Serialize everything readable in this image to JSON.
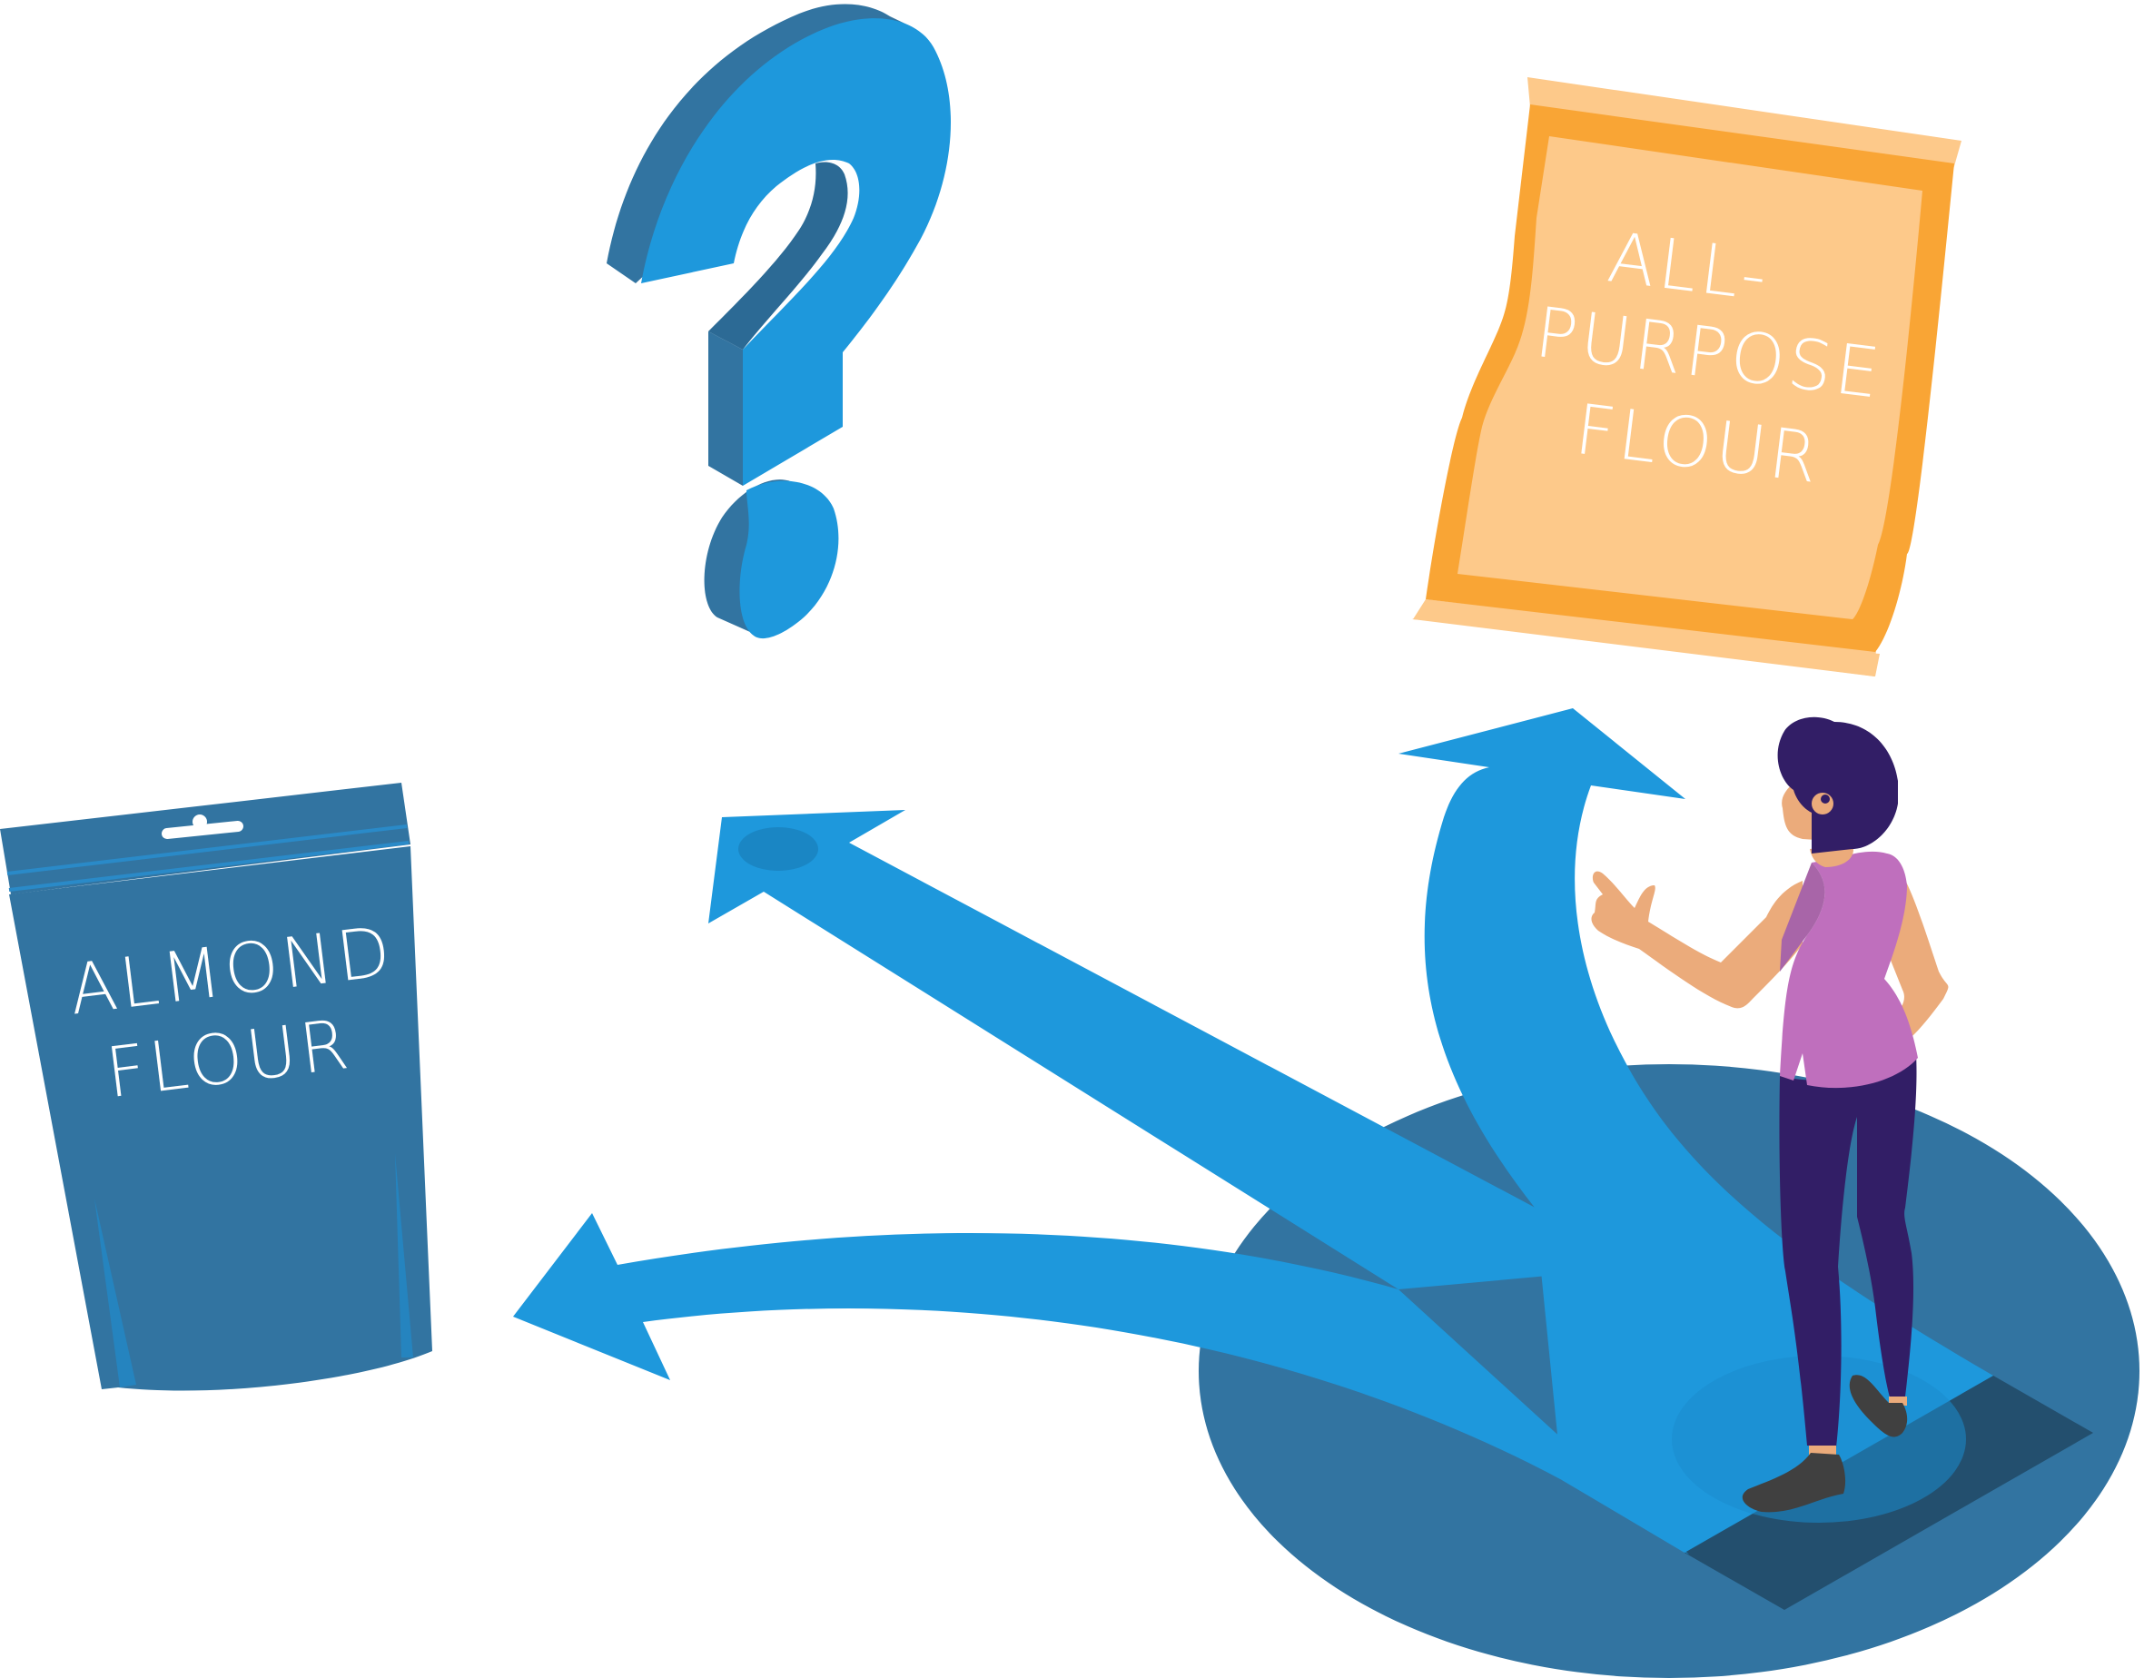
{
  "almond_bag": {
    "line1": "ALMOND",
    "line2": "FLOUR"
  },
  "all_purpose_bag": {
    "line1": "ALL-",
    "line2": "PURPOSE",
    "line3": "FLOUR"
  },
  "colors": {
    "platform": "#3274a1",
    "platform_shadow": "#234f6e",
    "arrow": "#1e98dc",
    "arrow_dark": "#1a86c4",
    "question_front": "#1e98dc",
    "question_side": "#3274a1",
    "almond_bag": "#3274a1",
    "orange_bag_outer": "#f9a535",
    "orange_bag_inner": "#fdc98a",
    "shirt": "#bf6fbd",
    "pants": "#321e66",
    "skin": "#ebab7b",
    "hair": "#321e66",
    "shoes": "#404040"
  },
  "icons": {
    "question": "question-mark-icon",
    "person": "person-figure",
    "arrows": "direction-arrows"
  }
}
